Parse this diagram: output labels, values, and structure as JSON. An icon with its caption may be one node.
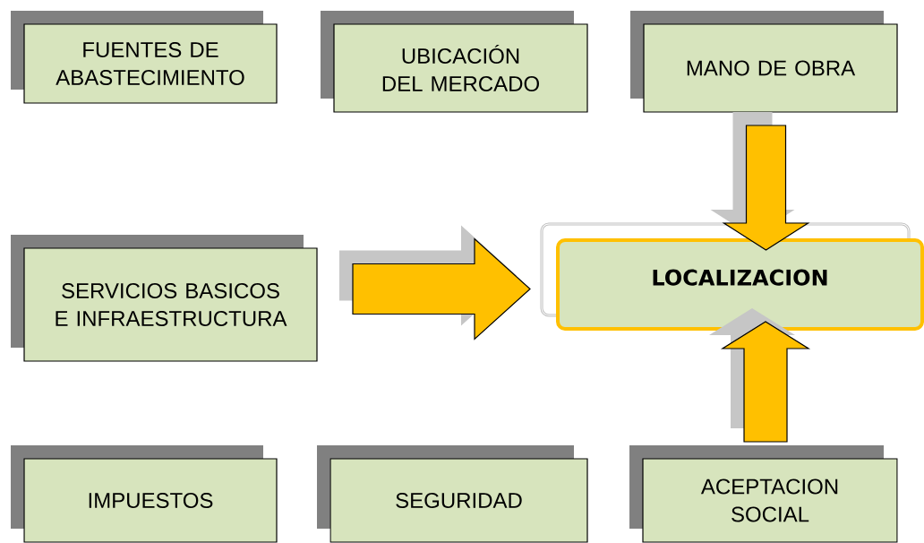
{
  "diagram": {
    "nodes": [
      {
        "text": [
          "FUENTES DE ABASTECIMIENTO"
        ]
      },
      {
        "text": [
          "UBICACIÓN DEL MERCADO"
        ]
      },
      {
        "text": [
          "MANO DE OBRA"
        ]
      },
      {
        "text": [
          "SERVICIOS BASICOS E INFRAESTRUCTURA"
        ]
      },
      {
        "text": [
          "LOCALIZACION"
        ]
      },
      {
        "text": [
          "IMPUESTOS"
        ]
      },
      {
        "text": [
          "SEGURIDAD"
        ]
      },
      {
        "text": [
          "ACEPTACION SOCIAL"
        ]
      }
    ],
    "edges": [
      {
        "from": 2,
        "to": 4,
        "arrow": "to"
      },
      {
        "from": 3,
        "to": 4,
        "arrow": "to"
      },
      {
        "from": 7,
        "to": 4,
        "arrow": "to"
      }
    ]
  }
}
